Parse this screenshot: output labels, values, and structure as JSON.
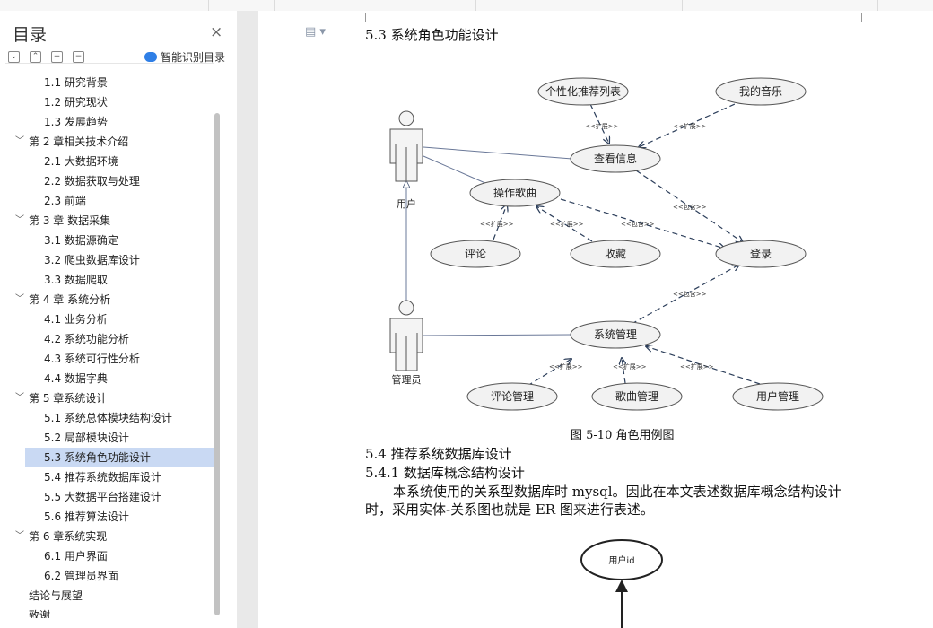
{
  "sidebar": {
    "title": "目录",
    "smart_toc": "智能识别目录",
    "items": [
      {
        "label": "1.1  研究背景"
      },
      {
        "label": "1.2  研究现状"
      },
      {
        "label": "1.3  发展趋势"
      },
      {
        "label": "第 2 章相关技术介绍"
      },
      {
        "label": "2.1  大数据环境"
      },
      {
        "label": "2.2  数据获取与处理"
      },
      {
        "label": "2.3 前端"
      },
      {
        "label": "第 3 章  数据采集"
      },
      {
        "label": "3.1  数据源确定"
      },
      {
        "label": "3.2  爬虫数据库设计"
      },
      {
        "label": "3.3  数据爬取"
      },
      {
        "label": "第 4 章  系统分析"
      },
      {
        "label": "4.1  业务分析"
      },
      {
        "label": "4.2  系统功能分析"
      },
      {
        "label": "4.3  系统可行性分析"
      },
      {
        "label": "4.4  数据字典"
      },
      {
        "label": "第 5 章系统设计"
      },
      {
        "label": "5.1  系统总体模块结构设计"
      },
      {
        "label": "5.2  局部模块设计"
      },
      {
        "label": "5.3  系统角色功能设计"
      },
      {
        "label": "5.4  推荐系统数据库设计"
      },
      {
        "label": "5.5  大数据平台搭建设计"
      },
      {
        "label": "5.6  推荐算法设计"
      },
      {
        "label": "第 6 章系统实现"
      },
      {
        "label": "6.1  用户界面"
      },
      {
        "label": "6.2  管理员界面"
      },
      {
        "label": "结论与展望"
      },
      {
        "label": "致谢"
      }
    ]
  },
  "document": {
    "heading_53": "5.3  系统角色功能设计",
    "figure_caption": "图 5-10  角色用例图",
    "heading_54": "5.4  推荐系统数据库设计",
    "heading_541": "5.4.1  数据库概念结构设计",
    "para_line1": "本系统使用的关系型数据库时 mysql。因此在本文表述数据库概念结构设计",
    "para_line2": "时，采用实体-关系图也就是 ER 图来进行表述。"
  },
  "diagram": {
    "actors": {
      "user": "用户",
      "admin": "管理员"
    },
    "usecases": {
      "recommend": "个性化推荐列表",
      "music": "我的音乐",
      "view": "查看信息",
      "op": "操作歌曲",
      "comment": "评论",
      "fav": "收藏",
      "login": "登录",
      "sys": "系统管理",
      "cm": "评论管理",
      "sm": "歌曲管理",
      "um": "用户管理"
    },
    "relations": {
      "extend": "<<扩展>>",
      "include": "<<包含>>"
    }
  },
  "erd": {
    "entity": "用户id"
  }
}
